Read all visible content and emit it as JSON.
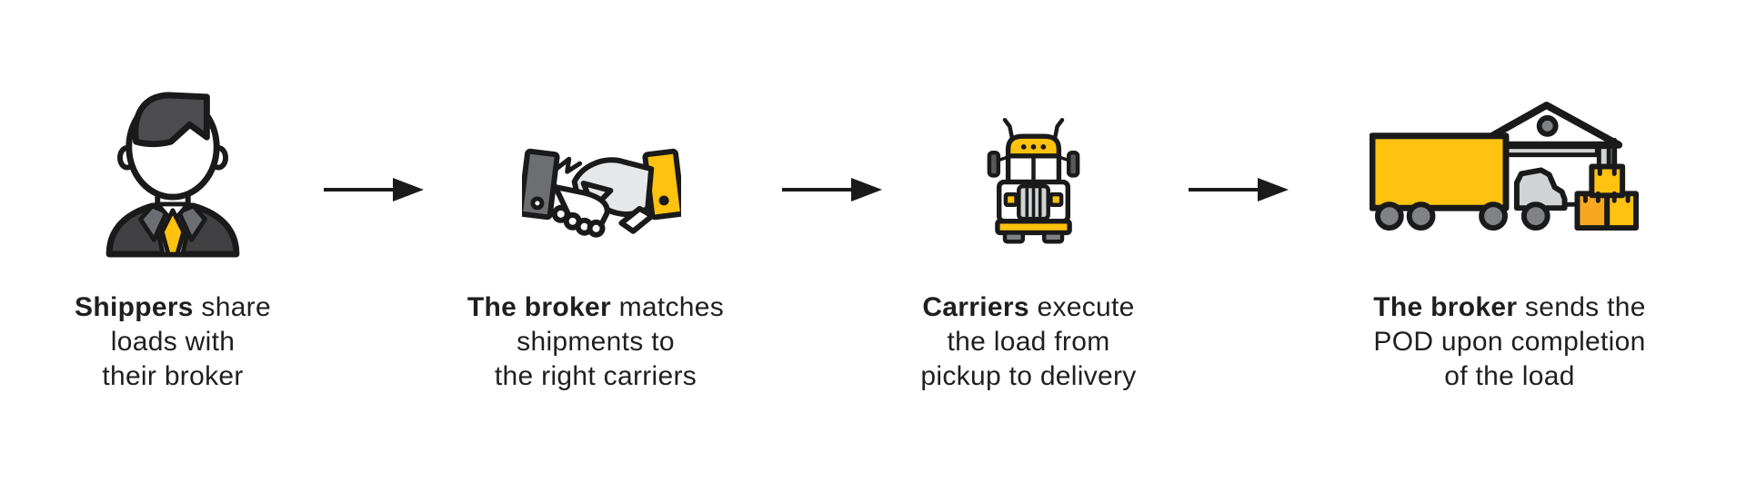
{
  "diagram": {
    "background": "#FFFFFF",
    "flow_direction": "left-to-right",
    "arrow_color": "#1A1A1A",
    "text_color": "#1F1F1F",
    "palette": {
      "yellow": "#FFC20E",
      "orange": "#F7A823",
      "suit_dark_gray": "#414042",
      "hair_gray": "#4D4D4F",
      "mid_gray": "#6D6E71",
      "wheel_gray": "#808285",
      "light_gray": "#D1D3D4",
      "hand_gray": "#E6E7E8",
      "outline_black": "#1A1A1A"
    },
    "steps": [
      {
        "icon": "businessman-icon",
        "caption": {
          "line1_bold": "Shippers",
          "line1_rest": " share",
          "line2": "loads with",
          "line3": "their broker"
        }
      },
      {
        "icon": "handshake-icon",
        "caption": {
          "line1_bold": "The broker",
          "line1_rest": " matches",
          "line2": "shipments to",
          "line3": "the right carriers"
        }
      },
      {
        "icon": "semi-truck-front-icon",
        "caption": {
          "line1_bold": "Carriers",
          "line1_rest": " execute",
          "line2": "the load from",
          "line3": "pickup to delivery"
        }
      },
      {
        "icon": "truck-at-warehouse-icon",
        "caption": {
          "line1_bold": "The broker",
          "line1_rest": " sends the",
          "line2": "POD upon completion",
          "line3": "of the load"
        }
      }
    ]
  }
}
